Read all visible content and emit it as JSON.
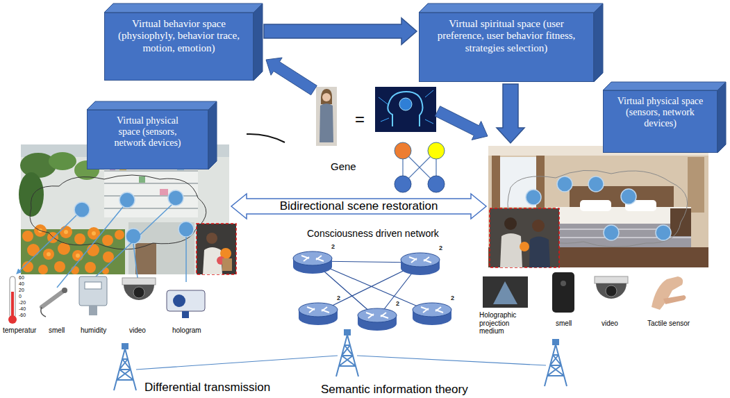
{
  "diagram": {
    "nodes": [
      {
        "text": [
          "Virtual behavior space (physiophyly, behavior trace, motion, emotion)"
        ]
      },
      {
        "text": [
          "Virtual spiritual space (user preference, user behavior fitness, strategies selection)"
        ]
      },
      {
        "text": [
          "Virtual physical space (sensors, network devices)"
        ]
      },
      {
        "text": [
          "Virtual physical space (sensors, network devices)"
        ]
      }
    ],
    "edges": [
      {
        "from": 0,
        "to": 1,
        "arrow": "to"
      },
      {
        "from": 1,
        "to": 3,
        "arrow": "to"
      },
      {
        "from": 2,
        "to": 3,
        "label": "Bidirectional scene restoration",
        "arrow": "both"
      }
    ],
    "labels": [
      "=",
      "Gene",
      "Consciousness driven network",
      "2",
      "2",
      "2",
      "2",
      "2",
      "60",
      "40",
      "20",
      "0",
      "-20",
      "-40",
      "-60",
      "temperatur",
      "smell",
      "humidity",
      "video",
      "hologram",
      "Holographic projection medium",
      "smell",
      "video",
      "Tactile sensor",
      "Differential transmission",
      "Semantic information theory"
    ]
  }
}
